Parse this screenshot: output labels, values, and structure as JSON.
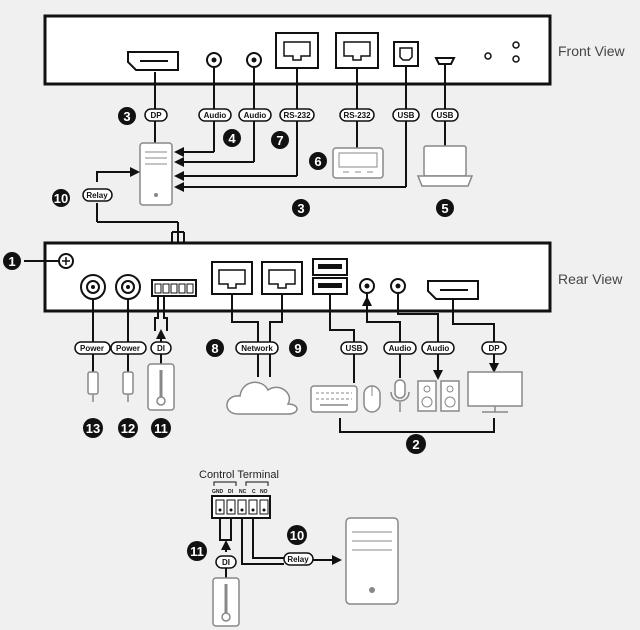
{
  "views": {
    "front": "Front View",
    "rear": "Rear View"
  },
  "front_tags": {
    "dp": "DP",
    "audio1": "Audio",
    "audio2": "Audio",
    "rs232a": "RS-232",
    "rs232b": "RS-232",
    "usb1": "USB",
    "usb2": "USB"
  },
  "relay_tag": "Relay",
  "rear_tags": {
    "power1": "Power",
    "power2": "Power",
    "di": "DI",
    "network": "Network",
    "usb": "USB",
    "audio1": "Audio",
    "audio2": "Audio",
    "dp": "DP"
  },
  "control_terminal": {
    "title": "Control Terminal",
    "pins": [
      "GND",
      "DI",
      "NC",
      "C",
      "NO"
    ],
    "di_tag": "DI",
    "relay_tag": "Relay"
  },
  "callouts": {
    "front_dp": "3",
    "front_audio": "4",
    "front_rs232": "7",
    "front_serial_device": "6",
    "front_usb_pc": "3",
    "front_laptop": "5",
    "front_relay": "10",
    "rear_ground": "1",
    "rear_network_a": "8",
    "rear_network_b": "9",
    "rear_power1": "13",
    "rear_power2": "12",
    "rear_di": "11",
    "rear_peripherals": "2",
    "ct_relay": "10",
    "ct_di": "11"
  }
}
